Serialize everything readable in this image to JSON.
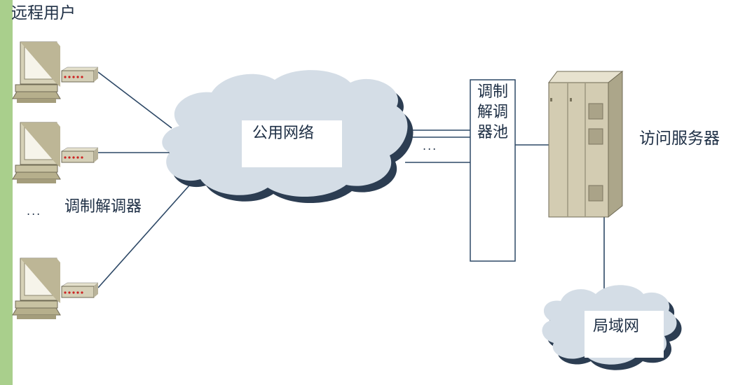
{
  "labels": {
    "remote_users": "远程用户",
    "modem": "调制解调器",
    "public_network": "公用网络",
    "modem_pool": "调制解调器池",
    "access_server": "访问服务器",
    "lan": "局域网",
    "ellipsis_left": "...",
    "ellipsis_mid": "..."
  },
  "colors": {
    "sidebar": "#a9cf8c",
    "cloud": "#d4dde6",
    "cloud_shadow": "#2c3d52",
    "link_line": "#2d4866",
    "modem_dot": "#cc2222",
    "server_body": "#cfc7ae",
    "computer_body": "#c8c2a2"
  },
  "icons": {
    "computer": "computer-icon",
    "modem": "modem-icon",
    "server": "server-icon",
    "cloud": "cloud-icon"
  }
}
